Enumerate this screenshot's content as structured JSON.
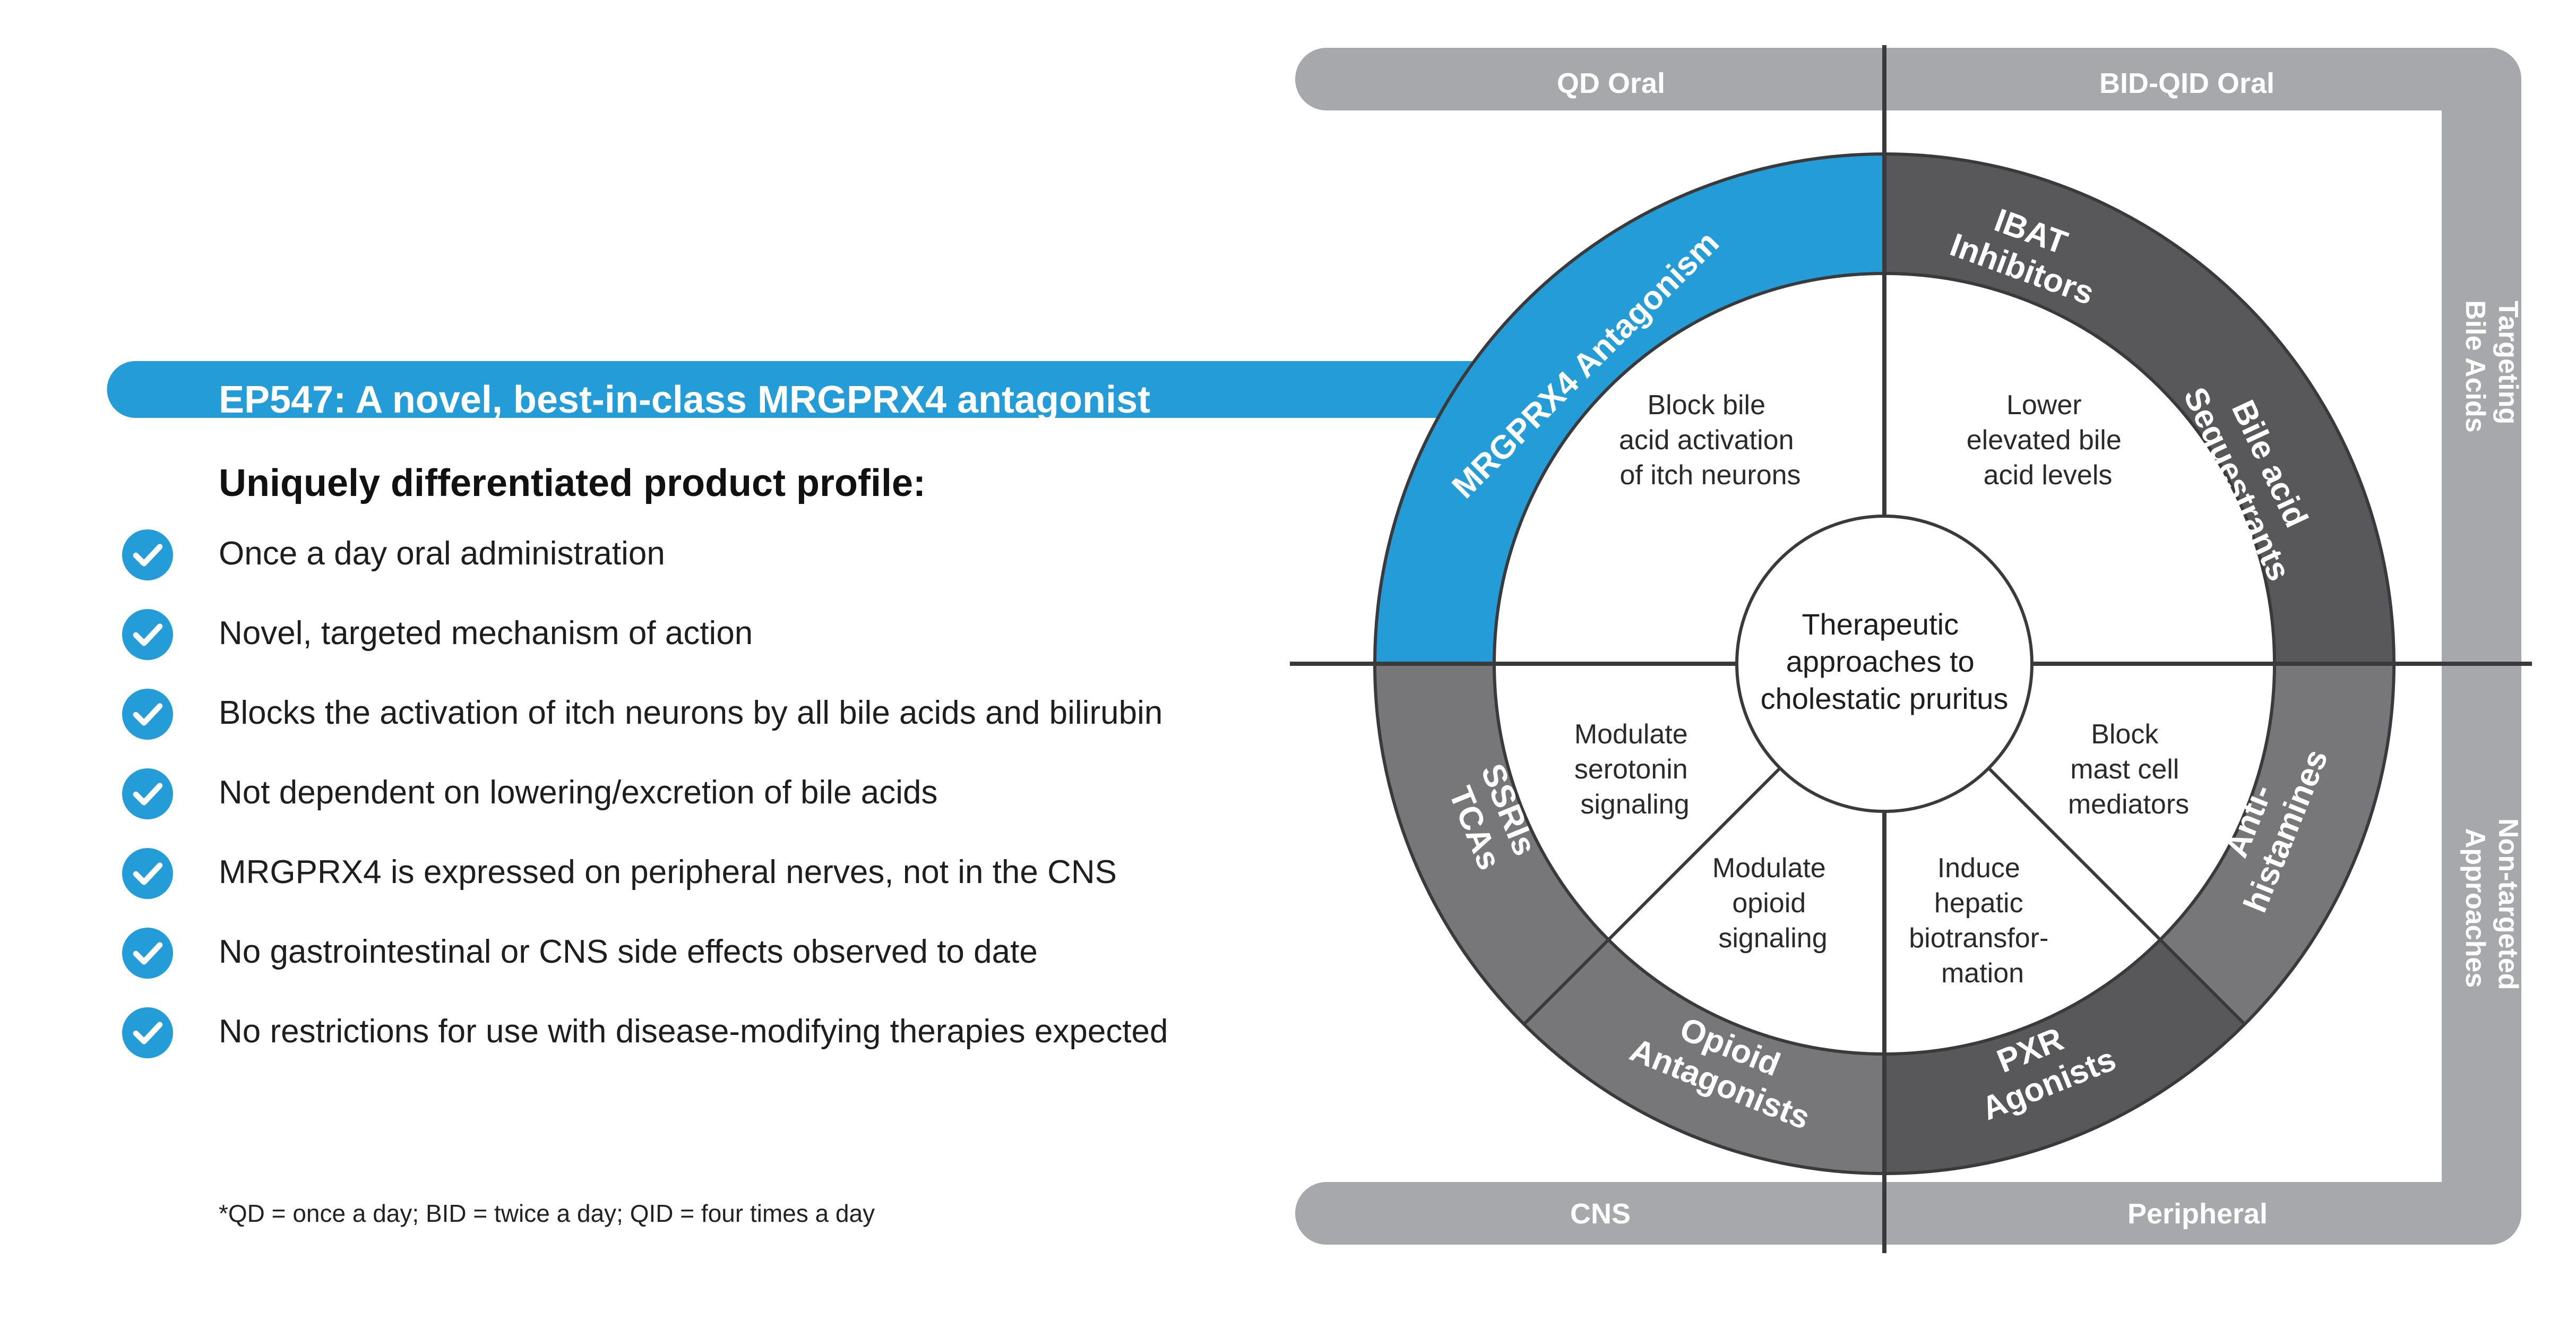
{
  "banner": {
    "title": "EP547: A novel, best-in-class MRGPRX4 antagonist",
    "color": "#239CD7"
  },
  "profile": {
    "subtitle": "Uniquely differentiated product profile:",
    "items": [
      "Once a day oral administration",
      "Novel, targeted mechanism of action",
      "Blocks the activation of itch neurons by all bile acids and bilirubin",
      "Not dependent on lowering/excretion of bile acids",
      "MRGPRX4 is expressed on peripheral nerves, not in the CNS",
      "No gastrointestinal or CNS side effects observed to date",
      "No restrictions for use with disease-modifying therapies expected"
    ],
    "check_icon": "check-circle-icon"
  },
  "footnote": "*QD = once a day; BID = twice a day; QID = four times a day",
  "axes": {
    "top_left": "QD Oral",
    "top_right": "BID-QID Oral",
    "bottom_left": "CNS",
    "bottom_right": "Peripheral",
    "right_top": [
      "Targeting",
      "Bile Acids"
    ],
    "right_bottom": [
      "Non-targeted",
      "Approaches"
    ]
  },
  "wheel": {
    "center": [
      "Therapeutic",
      "approaches to",
      "cholestatic pruritus"
    ],
    "ring": {
      "mrgprx4": [
        "MRGPRX4 Antagonism"
      ],
      "ibat": [
        "IBAT",
        "Inhibitors"
      ],
      "bile_seq": [
        "Bile acid",
        "Sequestrants"
      ],
      "antihist": [
        "Anti-",
        "histamines"
      ],
      "pxr": [
        "PXR",
        "Agonists"
      ],
      "opioid": [
        "Opioid",
        "Antagonists"
      ],
      "ssri": [
        "SSRIs",
        "TCAs"
      ]
    },
    "inner": {
      "block_bile": [
        "Block bile",
        "acid activation",
        "of itch neurons"
      ],
      "lower_bile": [
        "Lower",
        "elevated bile",
        "acid levels"
      ],
      "serotonin": [
        "Modulate",
        "serotonin",
        "signaling"
      ],
      "opioid": [
        "Modulate",
        "opioid",
        "signaling"
      ],
      "hepatic": [
        "Induce",
        "hepatic",
        "biotransfor-",
        "mation"
      ],
      "mast": [
        "Block",
        "mast cell",
        "mediators"
      ]
    }
  },
  "colors": {
    "blue": "#239CD7",
    "dark_grey": "#58585A",
    "mid_grey": "#77777A",
    "light_grey": "#A7A8AB",
    "line": "#3A3A3C"
  }
}
